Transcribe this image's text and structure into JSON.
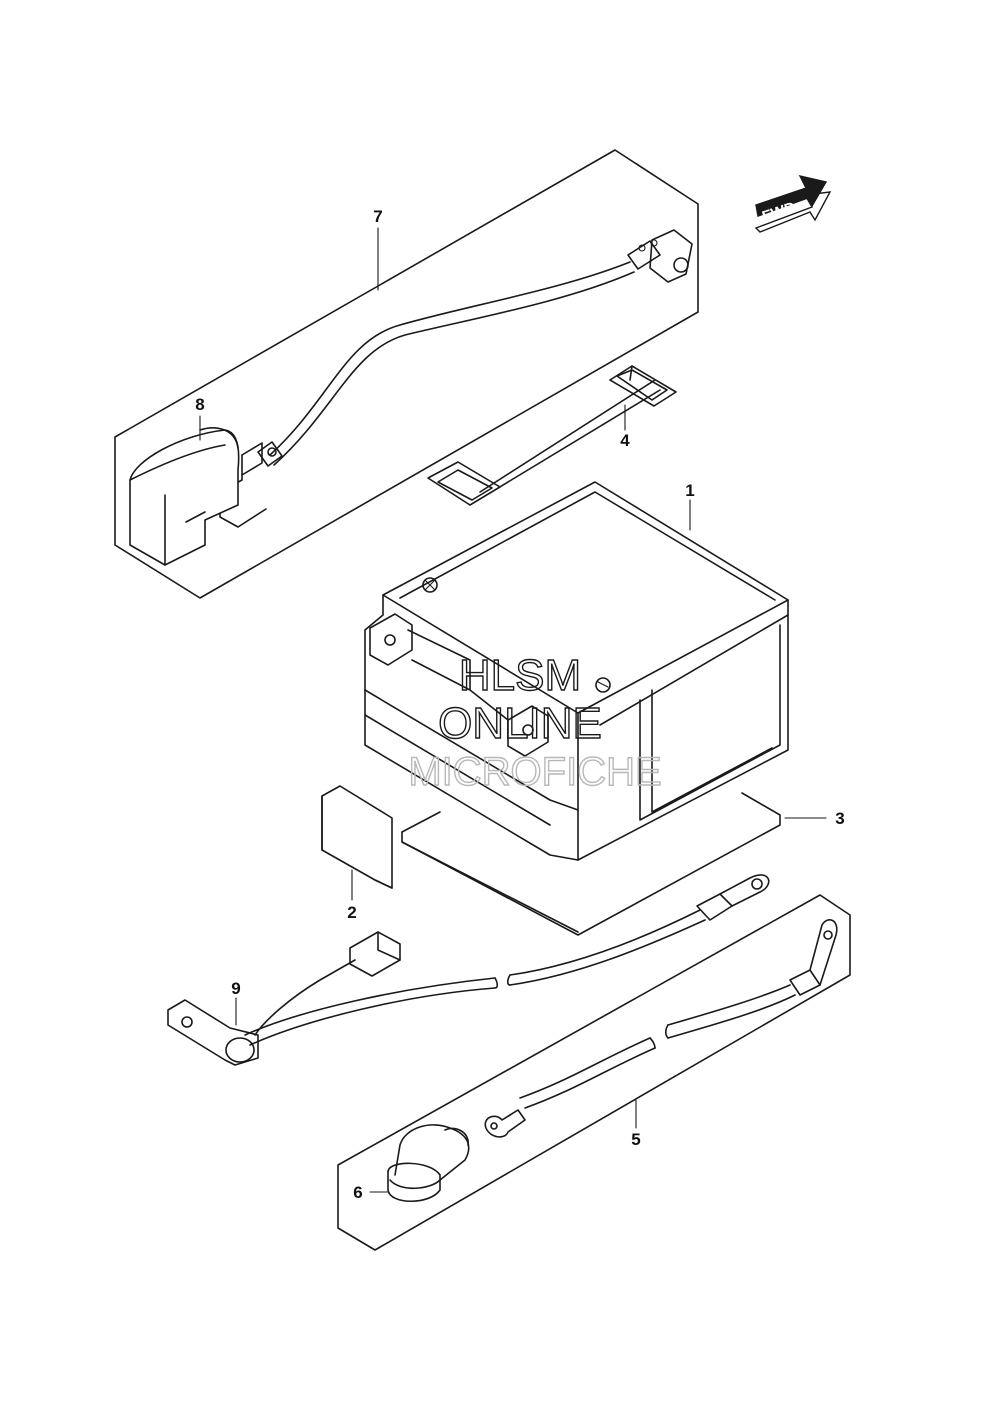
{
  "callouts": {
    "c1": "1",
    "c2": "2",
    "c3": "3",
    "c4": "4",
    "c5": "5",
    "c6": "6",
    "c7": "7",
    "c8": "8",
    "c9": "9"
  },
  "fwd_label": "FWD",
  "watermark": {
    "line1": "HLSM",
    "line2": "ONLINE",
    "line3": "MICROFICHE"
  }
}
